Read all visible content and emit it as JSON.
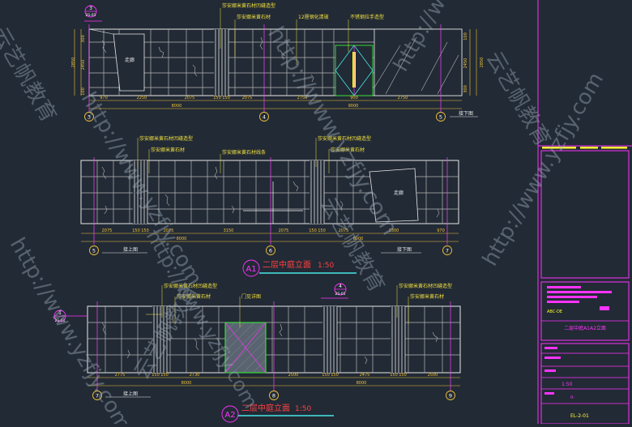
{
  "colors": {
    "background": "#222a35",
    "outline": "#e8e8e8",
    "grid": "#b8b8b8",
    "dimension": "#f0c23a",
    "leader": "#f0e040",
    "gridline": "#ff40ff",
    "cyan": "#46e6e6",
    "magenta": "#ff33ff",
    "green": "#34e934",
    "red": "#ff3030",
    "title_red": "#ff4040",
    "watermark": "#9aa8b8"
  },
  "watermark": {
    "url": "http://www.yzfjy.com",
    "brand": "云艺帆教育"
  },
  "top": {
    "section_no": "3",
    "section_ref": "2S-01",
    "label_stone_seam": "莎安娜米黄石材凹缝造型",
    "label_stone": "莎安娜米黄石材",
    "label_glass": "12厘钢化清玻",
    "label_handle": "不锈钢拉手造型",
    "corridor": "走廊",
    "heights_left": [
      "2850",
      "300",
      "2450",
      "100"
    ],
    "heights_right": [
      "100",
      "2450",
      "300",
      "2850"
    ],
    "widths": [
      "970",
      "2250",
      "2075",
      "150",
      "150",
      "2075",
      "2750",
      "900",
      "2750"
    ],
    "total_left": "8000",
    "total_right": "9000",
    "axes": [
      "3",
      "4",
      "5"
    ],
    "note": "接下图"
  },
  "a1": {
    "label_seam_1": "莎安娜米黄石材凹缝造型",
    "label_stone_1": "莎安娜米黄石材",
    "label_line": "莎安娜米黄石材线条",
    "label_seam_2": "莎安娜米黄石材凹缝造型",
    "label_stone_2": "莎安娜米黄石材",
    "corridor": "走廊",
    "widths": [
      "2075",
      "150",
      "150",
      "2075",
      "3150",
      "2075",
      "150",
      "150",
      "2075",
      "2300",
      "970"
    ],
    "total_left": "8000",
    "total_right": "8000",
    "axes": [
      "5",
      "6",
      "7"
    ],
    "note_left": "接上图",
    "note_right": "接下图",
    "title_tag": "A1",
    "title": "二层中庭立面",
    "scale": "1:50"
  },
  "a2": {
    "section_no": "1",
    "section_ref": "2S-01",
    "section_no_2": "4",
    "section_ref_2": "2S-01",
    "label_seam_1": "莎安娜米黄石材凹缝造型",
    "label_stone_1": "莎安娜米黄石材",
    "label_door": "门见详图",
    "label_seam_2": "莎安娜米黄石材凹缝造型",
    "label_stone_2": "莎安娜米黄石材",
    "widths": [
      "2775",
      "150",
      "150",
      "2730",
      "2500",
      "150",
      "150",
      "2475",
      "150",
      "150",
      "2500"
    ],
    "total_left": "8000",
    "total_right": "8000",
    "axes": [
      "7",
      "8",
      "9"
    ],
    "note": "接上图",
    "title_tag": "A2",
    "title": "二层中庭立面",
    "scale": "1:50"
  },
  "titleblock": {
    "drawing_name": "二层中庭A1A2立面",
    "scale": "1:50",
    "sheet": "EL-2-01",
    "marker_a": "ABC-DE",
    "marker_b": "0-"
  }
}
